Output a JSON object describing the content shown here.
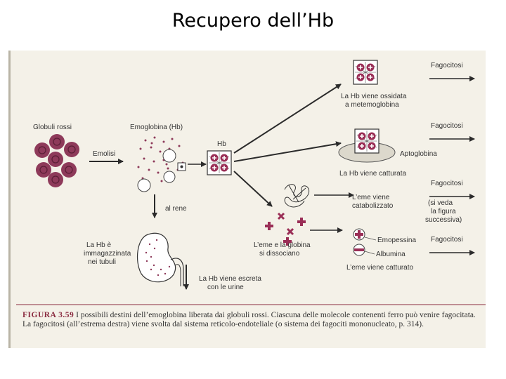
{
  "title": "Recupero dell’Hb",
  "labels": {
    "globuli_rossi": "Globuli rossi",
    "emolisi": "Emolisi",
    "emoglobina": "Emoglobina (Hb)",
    "hb": "Hb",
    "al_rene": "al rene",
    "hb_tubuli": [
      "La Hb è",
      "immagazzinata",
      "nei tubuli"
    ],
    "hb_urine": [
      "La Hb viene escreta",
      "con le urine"
    ],
    "ossidata": [
      "La Hb viene ossidata",
      "a metemoglobina"
    ],
    "aptoglobina": "Aptoglobina",
    "hb_catturata": "La Hb viene catturata",
    "eme_catabolizzato": [
      "L’eme viene",
      "catabolizzato"
    ],
    "vedi_figura": [
      "(si veda",
      "la figura",
      "successiva)"
    ],
    "eme_globina": [
      "L’eme e la globina",
      "si dissociano"
    ],
    "emopessina": "Emopessina",
    "albumina": "Albumina",
    "eme_catturato": "L’eme viene catturato",
    "fagocitosi_1": "Fagocitosi",
    "fagocitosi_2": "Fagocitosi",
    "fagocitosi_3": "Fagocitosi"
  },
  "caption": {
    "number": "FIGURA 3.59",
    "text": " I possibili destini dell’emoglobina liberata dai globuli rossi. Ciascuna delle molecole contenenti ferro può venire fagocitata. La fagocitosi (all’estrema destra) viene svolta dal sistema reticolo-endoteliale (o sistema dei fagociti mononucleato, p. 314)."
  },
  "colors": {
    "rbc": "#8e3a5a",
    "dots": "#8e3a5a",
    "cross": "#9a2e56",
    "arrow": "#2b2b2b",
    "background": "#f4f1e8"
  }
}
